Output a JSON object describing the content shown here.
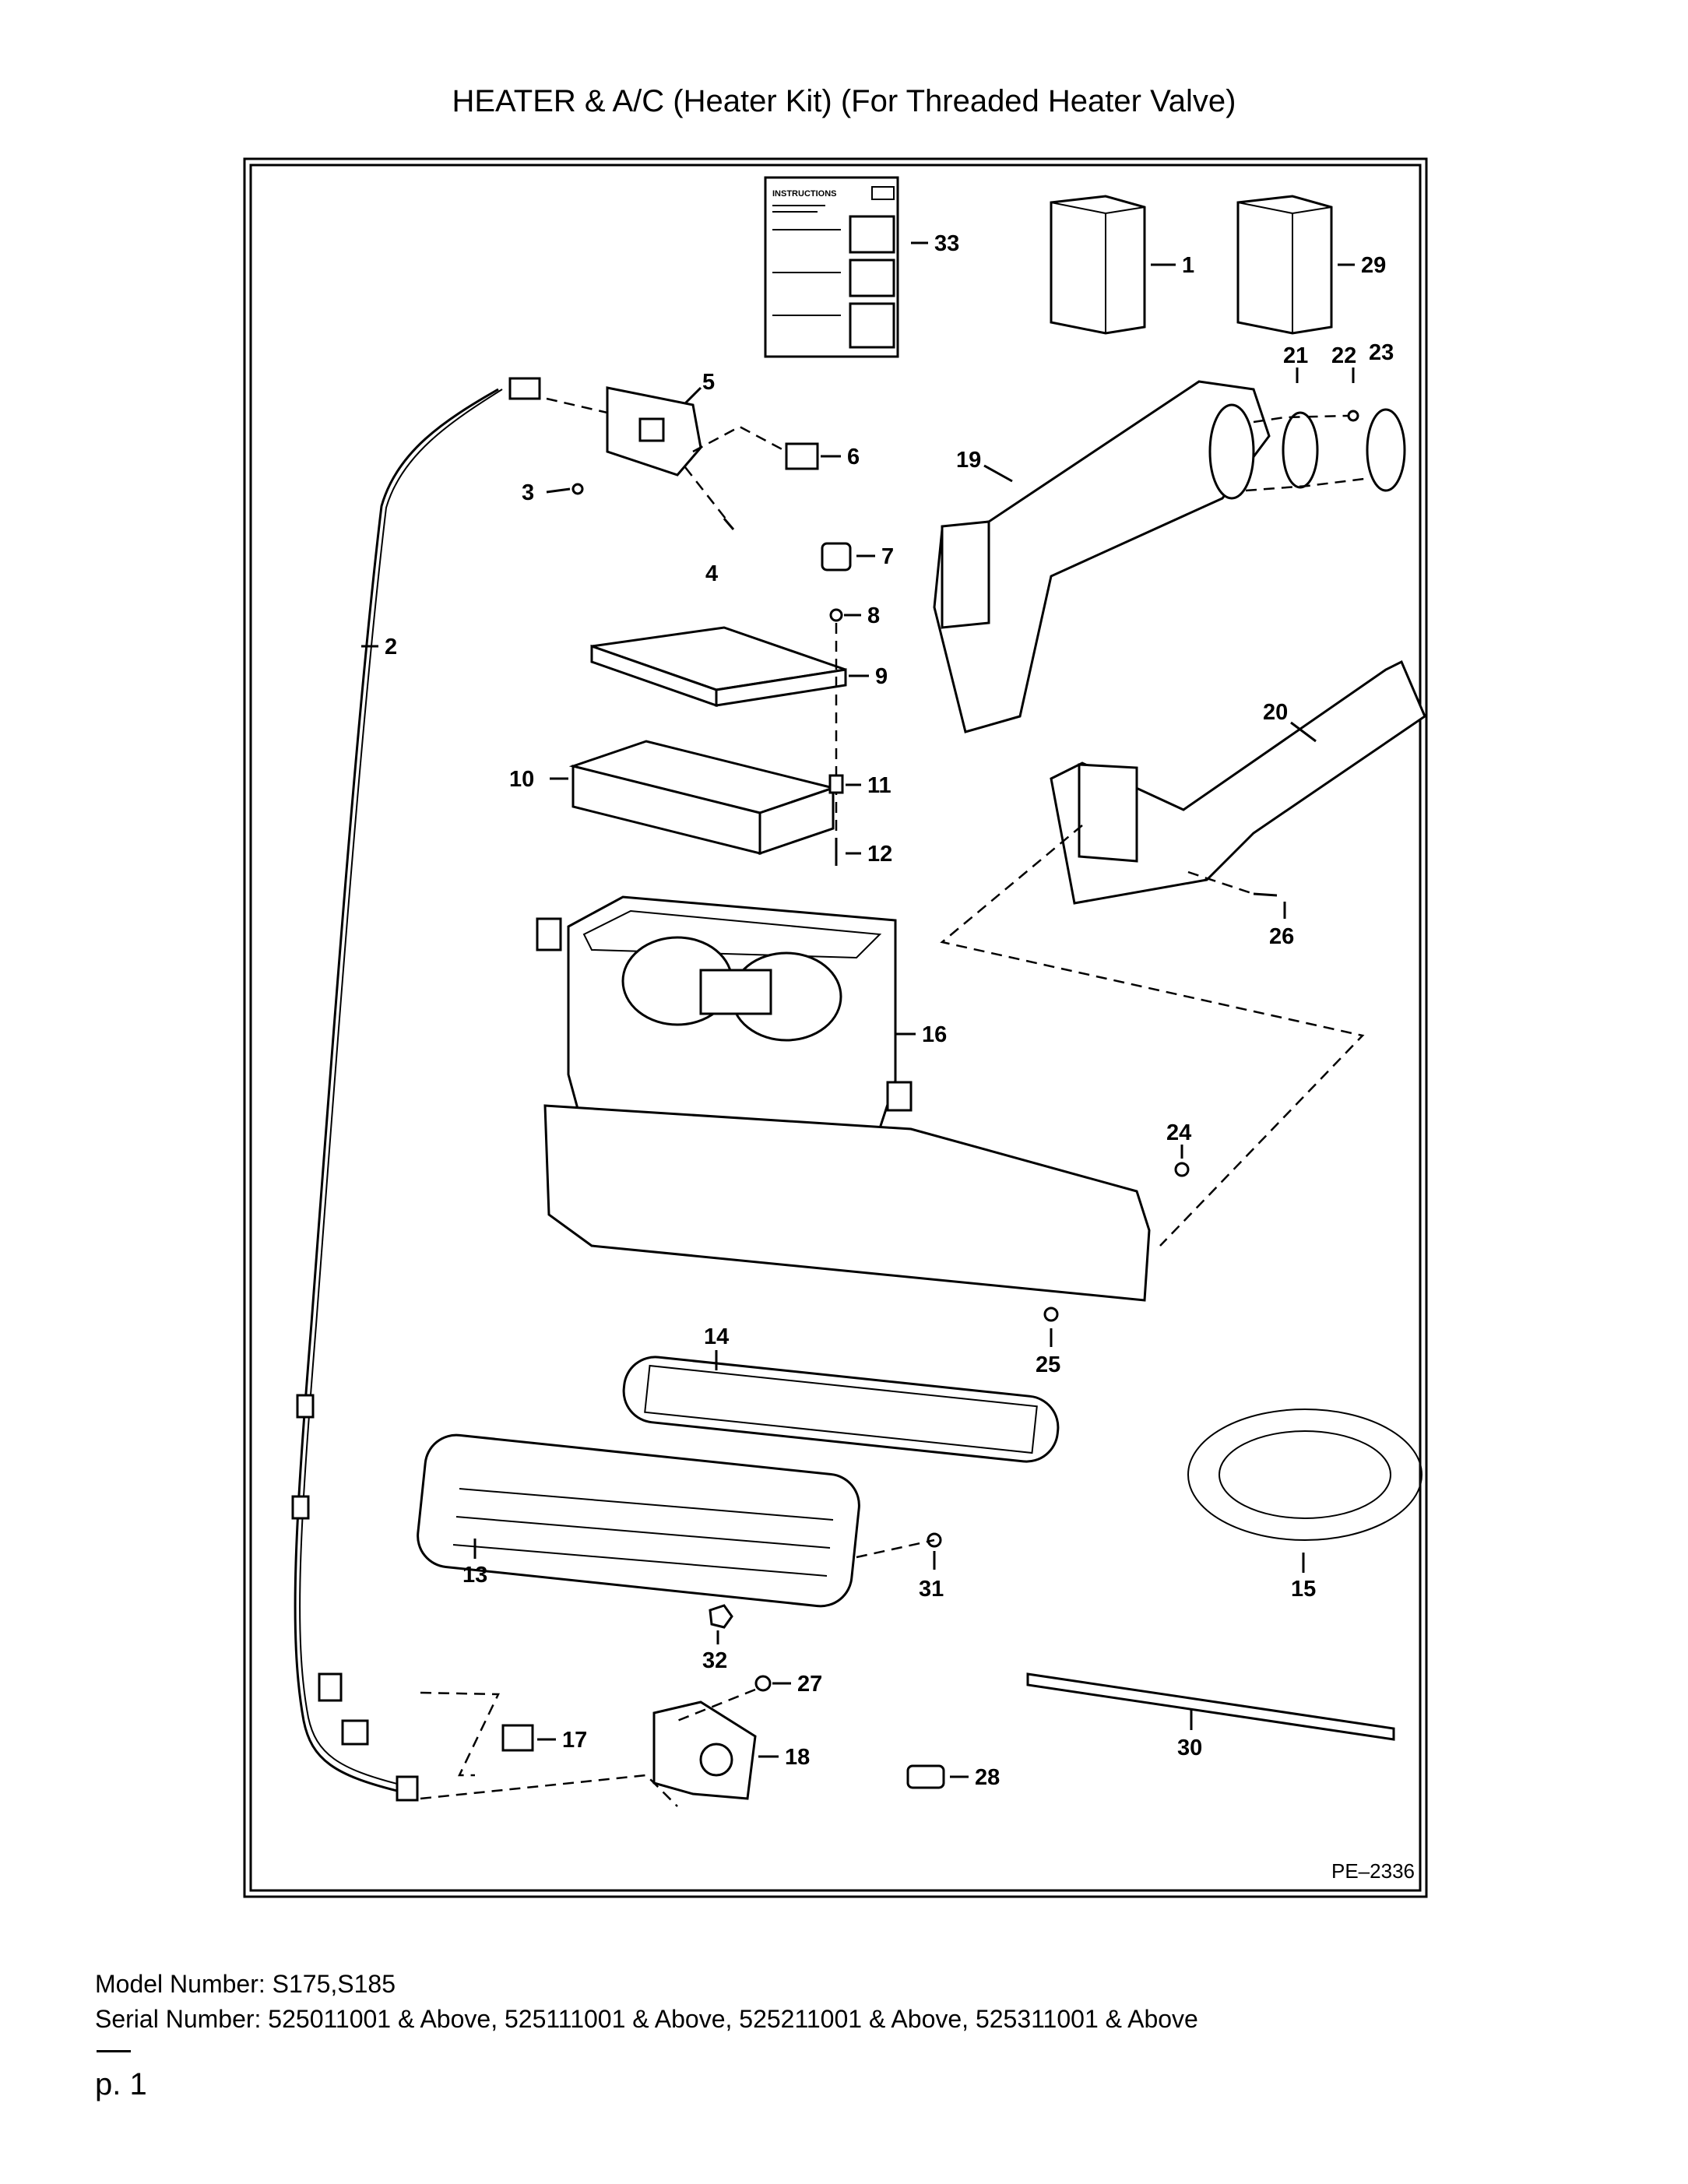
{
  "page": {
    "title": "HEATER & A/C (Heater Kit) (For Threaded Heater Valve)",
    "model_line": "Model Number: S175,S185",
    "serial_line": "Serial Number: 525011001 & Above, 525111001 & Above, 525211001 & Above, 525311001 & Above",
    "page_label": "p. 1"
  },
  "figure": {
    "figure_id": "PE–2336",
    "instructions_label": "INSTRUCTIONS",
    "callouts": [
      "1",
      "2",
      "3",
      "4",
      "5",
      "6",
      "7",
      "8",
      "9",
      "10",
      "11",
      "12",
      "13",
      "14",
      "15",
      "16",
      "17",
      "18",
      "19",
      "20",
      "21",
      "22",
      "23",
      "24",
      "25",
      "26",
      "27",
      "28",
      "29",
      "30",
      "31",
      "32",
      "33"
    ]
  }
}
